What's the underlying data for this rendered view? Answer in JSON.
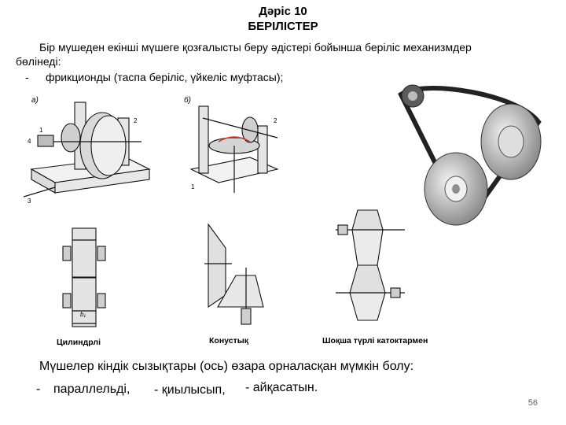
{
  "header": {
    "title": "Дәріс 10",
    "subtitle": "БЕРІЛІСТЕР"
  },
  "intro": {
    "line1": "Бір мүшеден екінші мүшеге қозғалысты беру әдістері бойынша беріліс механизмдер",
    "line2": "бөлінеді:",
    "bullet_dash": "-",
    "bullet_text": "фрикционды (таспа беріліс, үйкеліс муфтасы);"
  },
  "figures": {
    "label_a": "а)",
    "label_b": "б)",
    "caption_cylindrical": "Цилиндрлі",
    "caption_conical": "Конустық",
    "caption_double": "Шоқша түрлі катоктармен",
    "b1": "b₁"
  },
  "axes_text": {
    "line": "Мүшелер кіндік сызықтары (ось) өзара орналасқан мүмкін болу:",
    "dash": "-",
    "opt1": "параллельді,",
    "opt2": "- қиылысып,",
    "opt3": "- айқасатын."
  },
  "page": {
    "number": "56"
  }
}
